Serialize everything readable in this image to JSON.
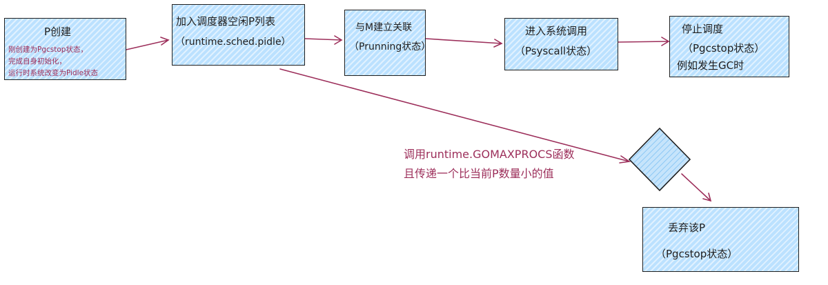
{
  "nodes": {
    "p_create": {
      "title": "P创建",
      "note_line1": "刚创建为Pgcstop状态，",
      "note_line2": "完成自身初始化，",
      "note_line3": "运行时系统改变为Pidle状态"
    },
    "join_idle_list": {
      "line1": "加入调度器空闲P列表",
      "line2": "（runtime.sched.pidle）"
    },
    "bind_m": {
      "line1": "与M建立关联",
      "line2": "（Prunning状态）"
    },
    "syscall": {
      "line1": "进入系统调用",
      "line2": "（Psyscall状态）"
    },
    "stop_sched": {
      "line1": "停止调度",
      "line2": "（Pgcstop状态）",
      "line3": "例如发生GC时"
    },
    "discard_p": {
      "line1": "丢弃该P",
      "line2": "（Pgcstop状态）"
    }
  },
  "annotation": {
    "line1": "调用runtime.GOMAXPROCS函数",
    "line2": "且传递一个比当前P数量小的值"
  },
  "colors": {
    "box_fill": "#a5d8ff",
    "stroke": "#1e1e1e",
    "arrow": "#9c2e5a",
    "text_accent": "#9c2e5a"
  }
}
